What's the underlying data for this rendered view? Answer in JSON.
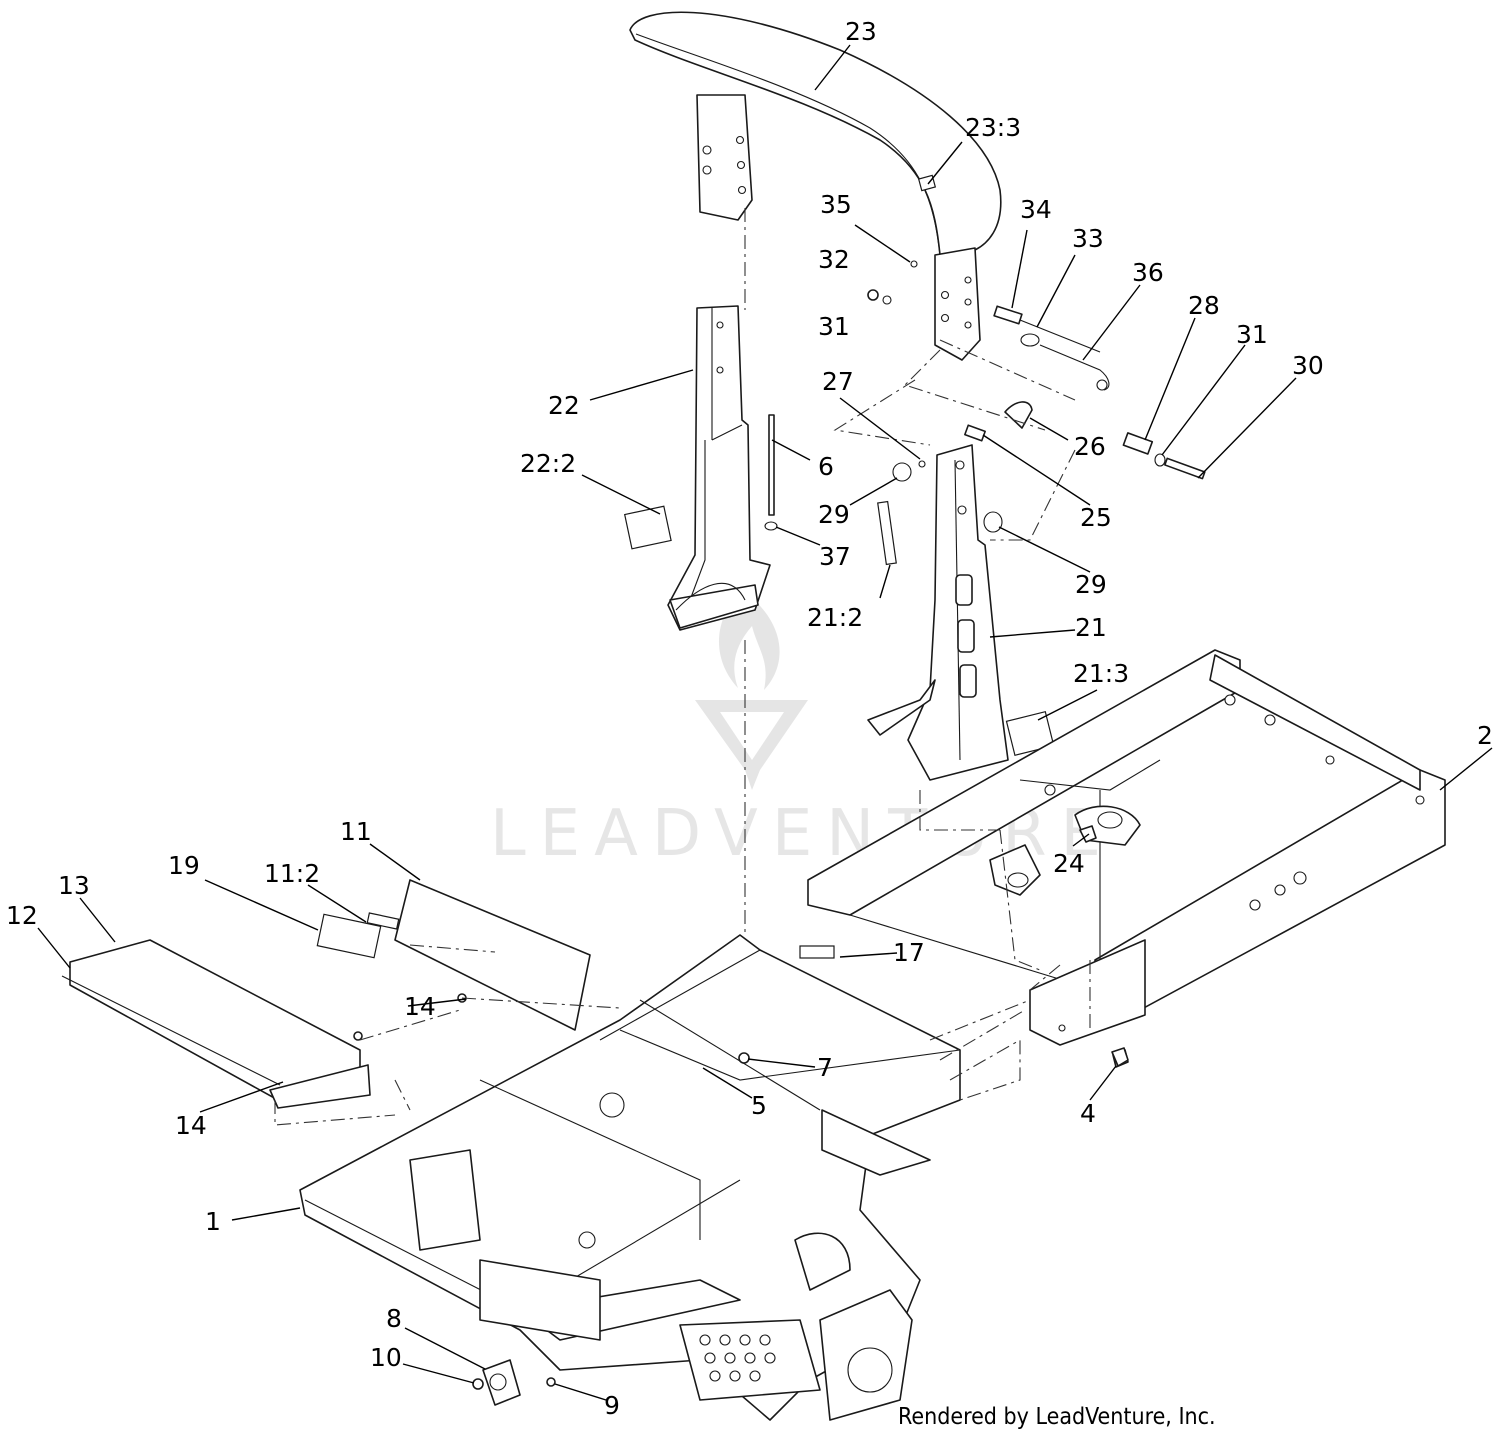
{
  "credit": "Rendered by LeadVenture, Inc.",
  "watermark": "LEADVENTURE",
  "callouts": [
    {
      "id": "23",
      "text": "23"
    },
    {
      "id": "23-3",
      "text": "23:3"
    },
    {
      "id": "35",
      "text": "35"
    },
    {
      "id": "34",
      "text": "34"
    },
    {
      "id": "33",
      "text": "33"
    },
    {
      "id": "36",
      "text": "36"
    },
    {
      "id": "32",
      "text": "32"
    },
    {
      "id": "31a",
      "text": "31"
    },
    {
      "id": "28",
      "text": "28"
    },
    {
      "id": "31b",
      "text": "31"
    },
    {
      "id": "30",
      "text": "30"
    },
    {
      "id": "22",
      "text": "22"
    },
    {
      "id": "27",
      "text": "27"
    },
    {
      "id": "26",
      "text": "26"
    },
    {
      "id": "6",
      "text": "6"
    },
    {
      "id": "22-2",
      "text": "22:2"
    },
    {
      "id": "29a",
      "text": "29"
    },
    {
      "id": "25",
      "text": "25"
    },
    {
      "id": "37",
      "text": "37"
    },
    {
      "id": "29b",
      "text": "29"
    },
    {
      "id": "21-2",
      "text": "21:2"
    },
    {
      "id": "21",
      "text": "21"
    },
    {
      "id": "21-3",
      "text": "21:3"
    },
    {
      "id": "2",
      "text": "2"
    },
    {
      "id": "11",
      "text": "11"
    },
    {
      "id": "24",
      "text": "24"
    },
    {
      "id": "19",
      "text": "19"
    },
    {
      "id": "11-2",
      "text": "11:2"
    },
    {
      "id": "13",
      "text": "13"
    },
    {
      "id": "12",
      "text": "12"
    },
    {
      "id": "17",
      "text": "17"
    },
    {
      "id": "14a",
      "text": "14"
    },
    {
      "id": "7",
      "text": "7"
    },
    {
      "id": "5",
      "text": "5"
    },
    {
      "id": "4",
      "text": "4"
    },
    {
      "id": "14b",
      "text": "14"
    },
    {
      "id": "1",
      "text": "1"
    },
    {
      "id": "8",
      "text": "8"
    },
    {
      "id": "10",
      "text": "10"
    },
    {
      "id": "9",
      "text": "9"
    }
  ]
}
